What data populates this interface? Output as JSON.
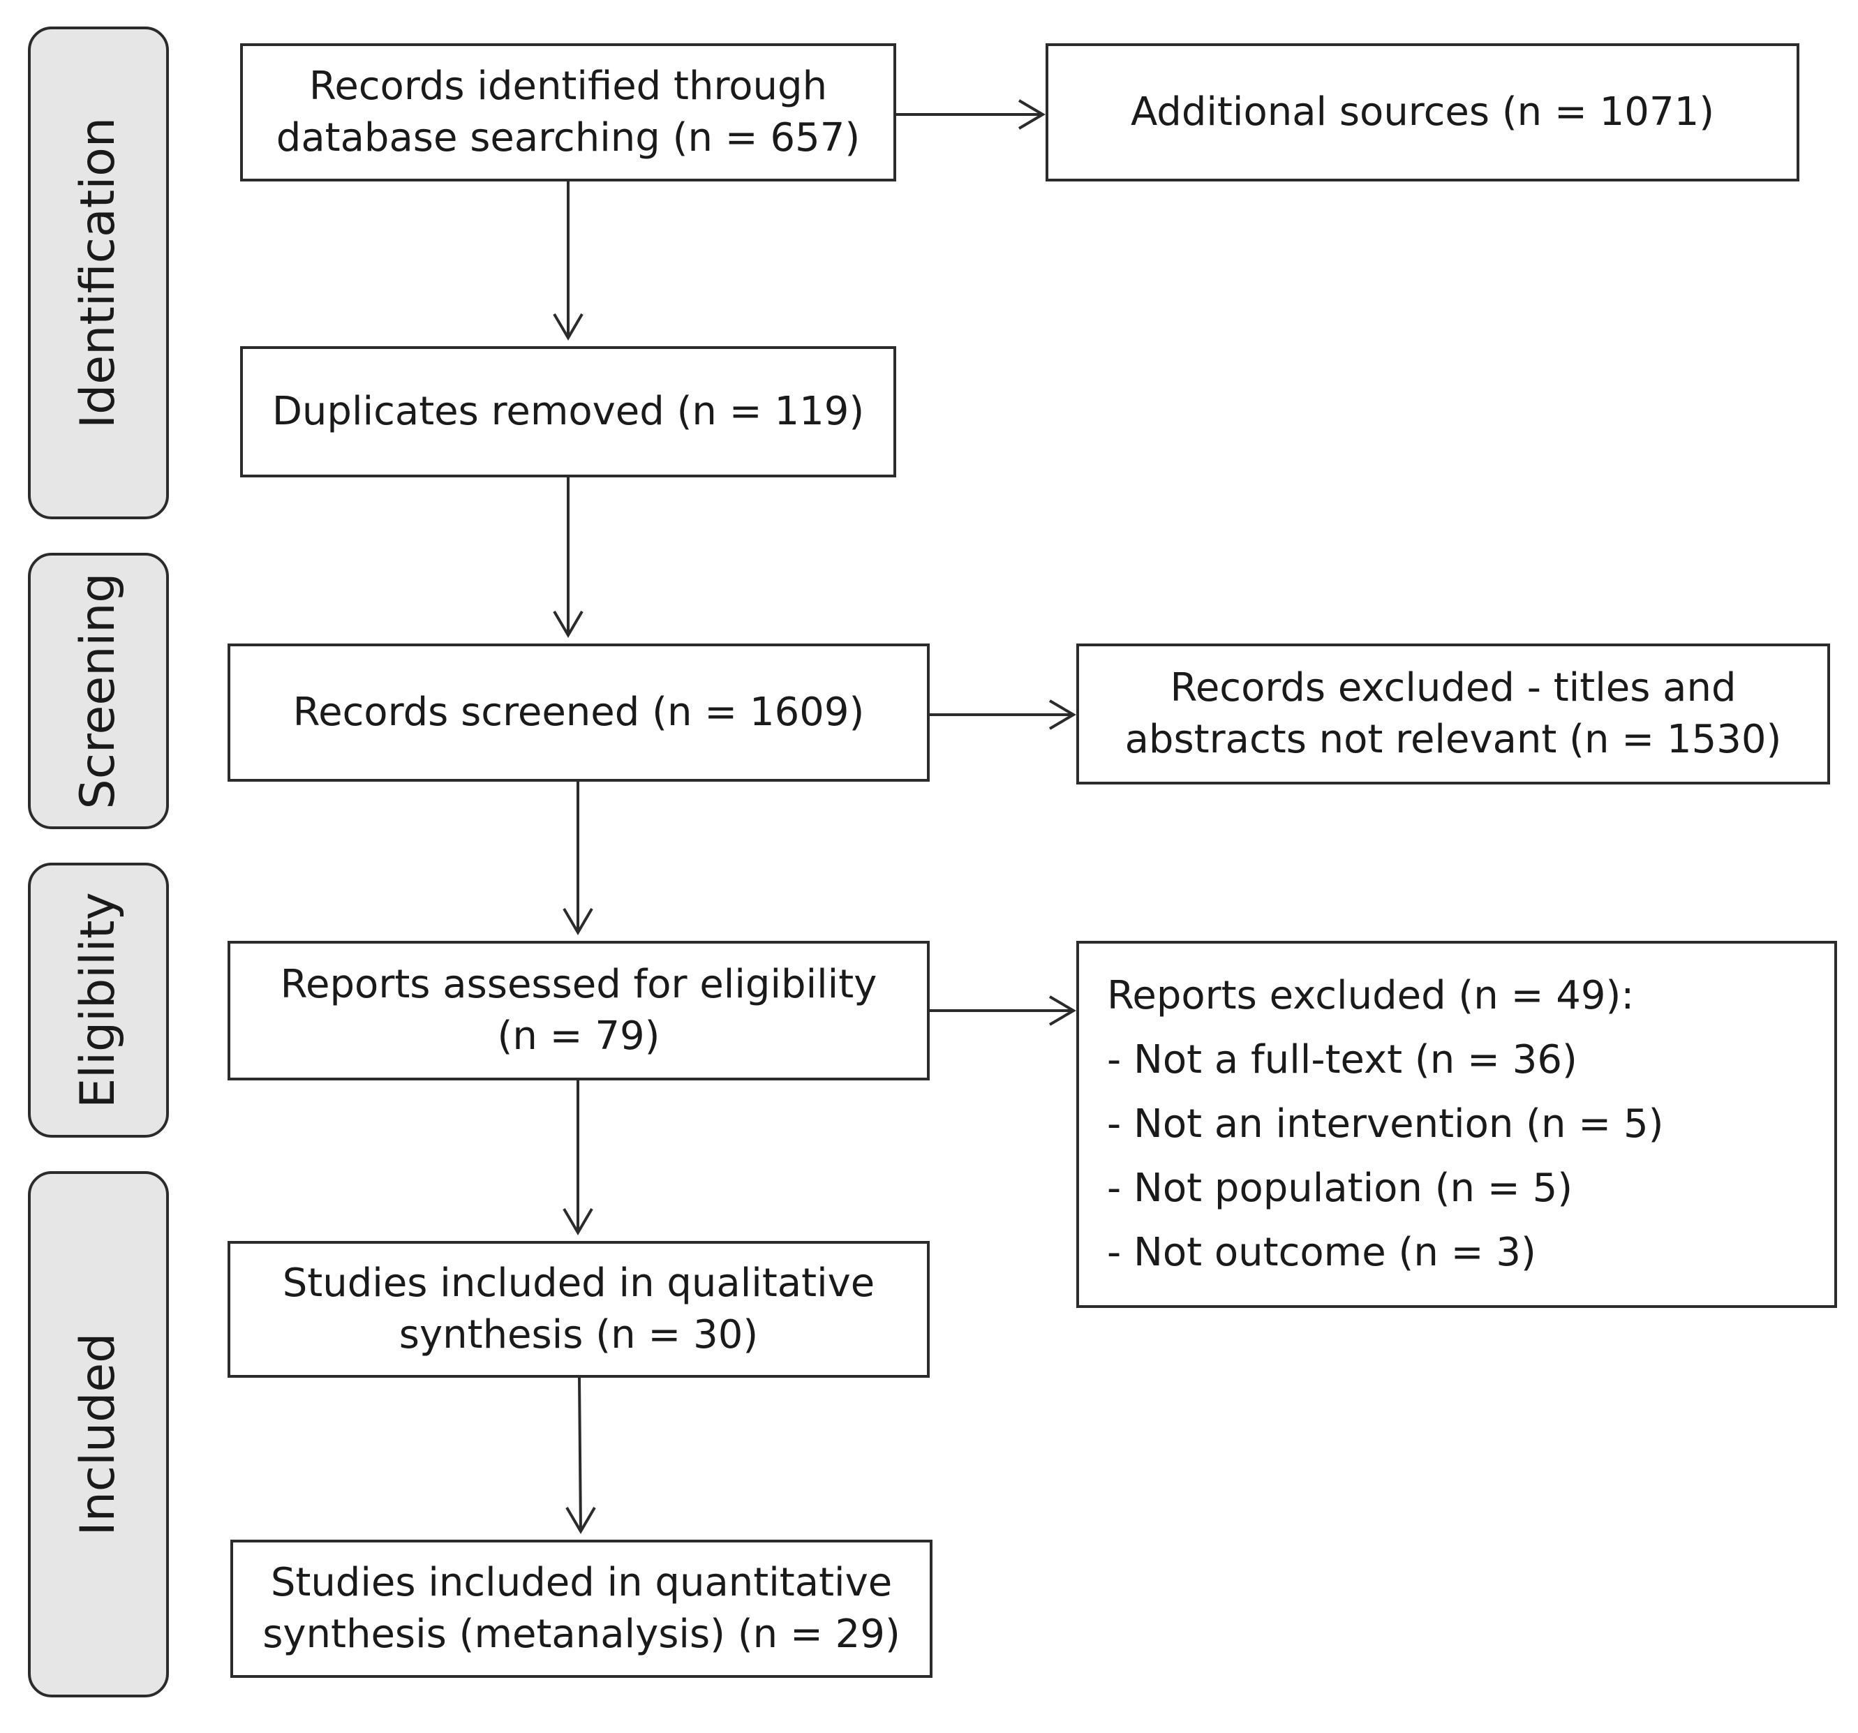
{
  "phases": {
    "identification": "Identification",
    "screening": "Screening",
    "eligibility": "Eligibility",
    "included": "Included"
  },
  "boxes": {
    "records_identified": [
      "Records identified through",
      "database searching (n = 657)"
    ],
    "additional_sources": [
      "Additional sources (n = 1071)"
    ],
    "duplicates_removed": [
      "Duplicates removed  (n = 119)"
    ],
    "records_screened": [
      "Records screened (n = 1609)"
    ],
    "records_excluded": [
      "Records excluded - titles and",
      "abstracts not relevant (n = 1530)"
    ],
    "reports_assessed": [
      "Reports assessed for eligibility",
      "(n = 79)"
    ],
    "reports_excluded": [
      "Reports excluded (n = 49):",
      "- Not  a full-text (n = 36)",
      "- Not an intervention  (n = 5)",
      "- Not population  (n = 5)",
      "- Not outcome  (n = 3)"
    ],
    "qualitative": [
      "Studies included in qualitative",
      "synthesis (n = 30)"
    ],
    "quantitative": [
      "Studies included in quantitative",
      "synthesis (metanalysis) (n = 29)"
    ]
  }
}
